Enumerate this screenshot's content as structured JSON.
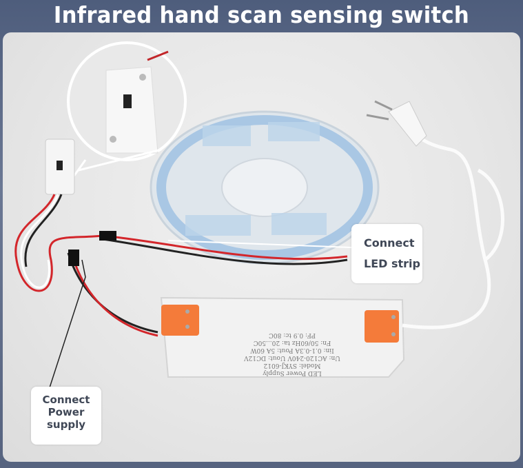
{
  "title": "Infrared hand scan sensing switch",
  "callouts": {
    "led_strip": [
      "Connect",
      "LED strip"
    ],
    "power_supply": [
      "Connect",
      "Power",
      "supply"
    ]
  },
  "power_supply_label": {
    "name": "LED Power Supply",
    "model": "Model: SYKJ-6012",
    "rows": [
      "Un: AC120-240V  Uout: DC12V",
      "Iin: 0.1-0.3A  Pout: 5A 60W",
      "Fn: 50/60Hz  ta: 20...50C",
      "PF: 0.9  tc: 80C"
    ]
  },
  "colors": {
    "title_bg": "#56637f",
    "callout_text": "#3f4756",
    "terminal": "#f47b3a"
  }
}
